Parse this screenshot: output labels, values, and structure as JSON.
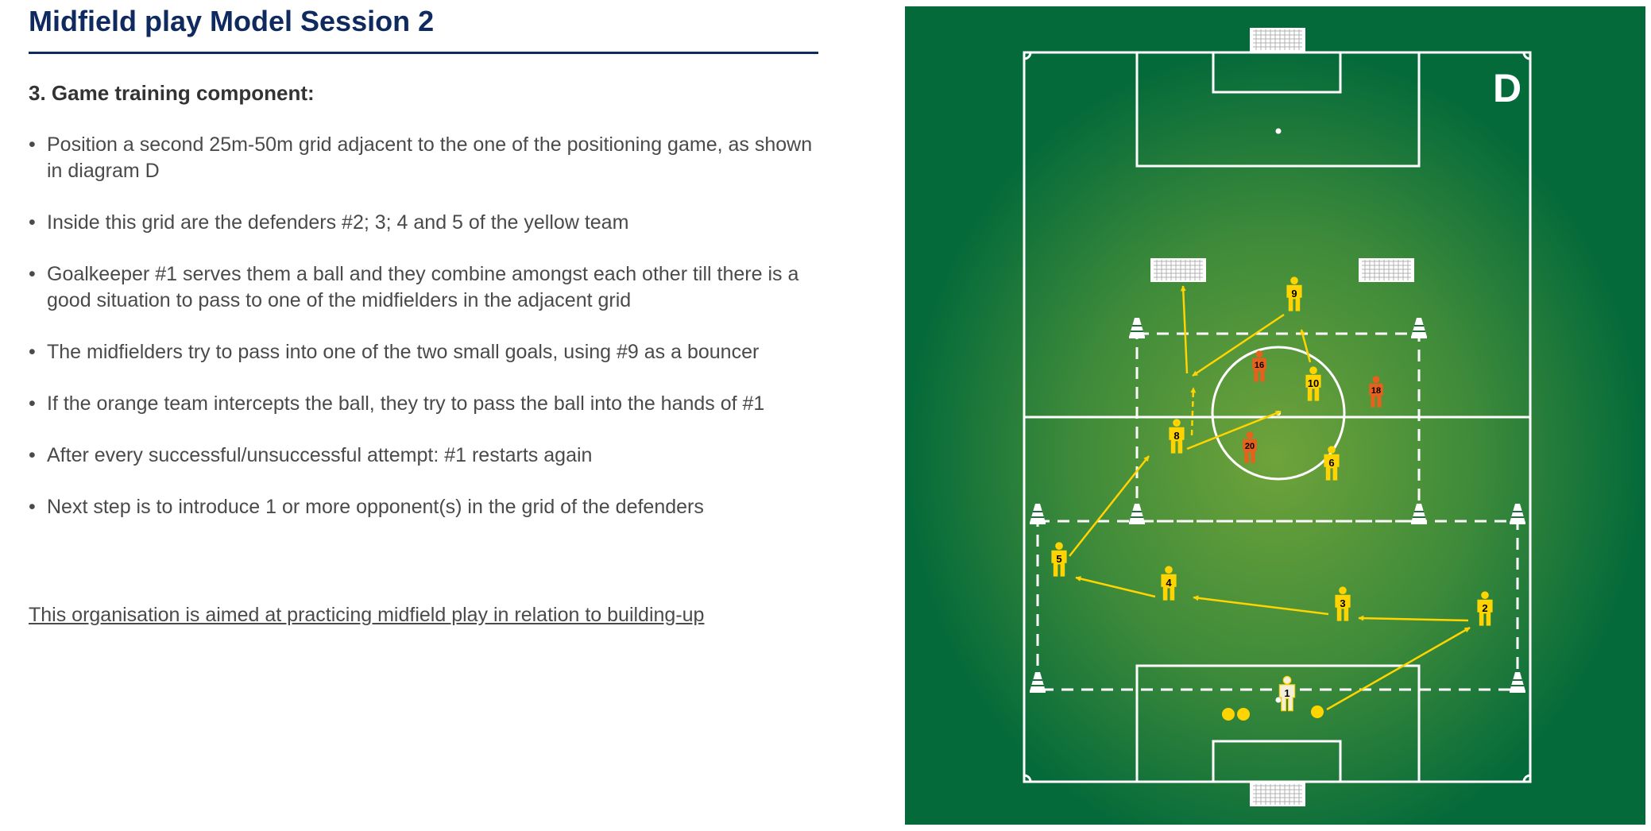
{
  "title": "Midfield play Model Session 2",
  "subtitle": "3. Game training component:",
  "bullets": [
    "Position a second 25m-50m grid adjacent to the one of the positioning game, as shown in diagram D",
    "Inside this grid are the defenders #2; 3; 4 and 5 of the yellow team",
    "Goalkeeper #1 serves them a ball and they combine amongst each other till there is a good situation to pass to one of the midfielders in the adjacent grid",
    "The midfielders try to pass into one of the two small goals, using #9 as a bouncer",
    "If the orange team intercepts the ball, they try to pass the ball into the hands of #1",
    "After every successful/unsuccessful attempt: #1 restarts again",
    "Next step is to introduce 1 or more opponent(s) in the grid of the defenders"
  ],
  "footer_note": "This organisation is aimed at practicing midfield play in relation to building-up",
  "diagram": {
    "label": "D",
    "colors": {
      "pitch": "#046a3a",
      "pitch_glow": "#6fa33a",
      "yellow_team": "#ffd400",
      "orange_team": "#e8601c",
      "lines": "#ffffff"
    },
    "yellow_players": [
      "1",
      "2",
      "3",
      "4",
      "5",
      "6",
      "8",
      "9",
      "10"
    ],
    "orange_players": [
      "16",
      "18",
      "20"
    ]
  }
}
